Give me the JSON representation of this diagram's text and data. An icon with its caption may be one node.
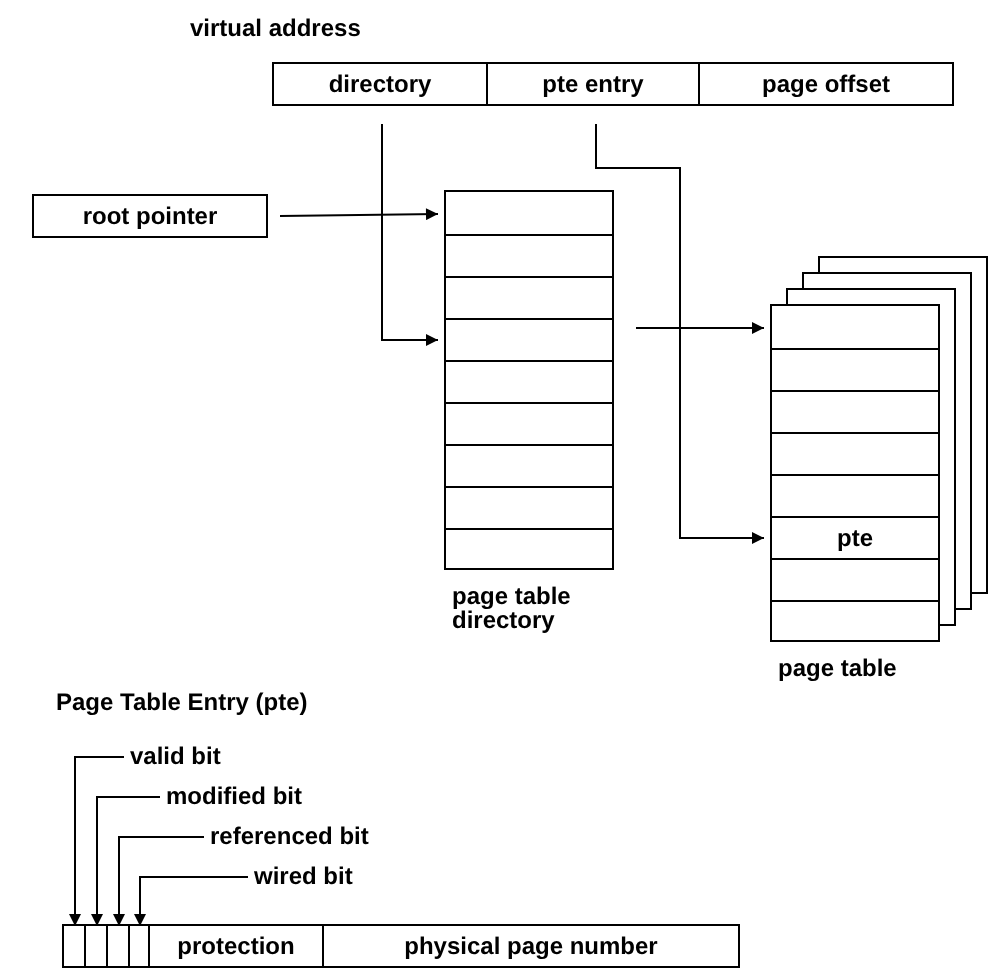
{
  "diagram": {
    "nodes": [
      {
        "text": [
          "virtual address"
        ]
      },
      {
        "text": [
          "directory"
        ],
        "in": 0
      },
      {
        "text": [
          "pte entry"
        ],
        "in": 0
      },
      {
        "text": [
          "page offset"
        ],
        "in": 0
      },
      {
        "text": [
          "root pointer"
        ]
      },
      {
        "text": [
          "page table directory"
        ]
      },
      {
        "text": [],
        "shape": "box",
        "in": 5
      },
      {
        "text": [],
        "shape": "box",
        "in": 5
      },
      {
        "text": [
          "page table"
        ]
      },
      {
        "text": [],
        "shape": "box",
        "in": 8
      },
      {
        "text": [
          "pte"
        ],
        "in": 8
      },
      {
        "text": [],
        "shape": "box"
      },
      {
        "text": [],
        "shape": "box",
        "in": 11
      },
      {
        "text": [],
        "shape": "box",
        "in": 11
      },
      {
        "text": [],
        "shape": "box",
        "in": 11
      },
      {
        "text": [],
        "shape": "box",
        "in": 11
      },
      {
        "text": [
          "protection"
        ],
        "in": 11
      },
      {
        "text": [
          "physical page number"
        ],
        "in": 11
      },
      {
        "text": [
          "valid bit"
        ]
      },
      {
        "text": [
          "modified bit"
        ]
      },
      {
        "text": [
          "referenced bit"
        ]
      },
      {
        "text": [
          "wired bit"
        ]
      }
    ],
    "edges": [
      {
        "from": 4,
        "to": 6,
        "arrow": "to"
      },
      {
        "from": 1,
        "to": 7,
        "arrow": "to"
      },
      {
        "from": 7,
        "to": 9,
        "arrow": "to"
      },
      {
        "from": 2,
        "to": 10,
        "arrow": "to"
      },
      {
        "from": 18,
        "to": 12,
        "arrow": "to"
      },
      {
        "from": 19,
        "to": 13,
        "arrow": "to"
      },
      {
        "from": 20,
        "to": 14,
        "arrow": "to"
      },
      {
        "from": 21,
        "to": 15,
        "arrow": "to"
      }
    ],
    "labels": [
      "Page Table Entry (pte)"
    ]
  }
}
